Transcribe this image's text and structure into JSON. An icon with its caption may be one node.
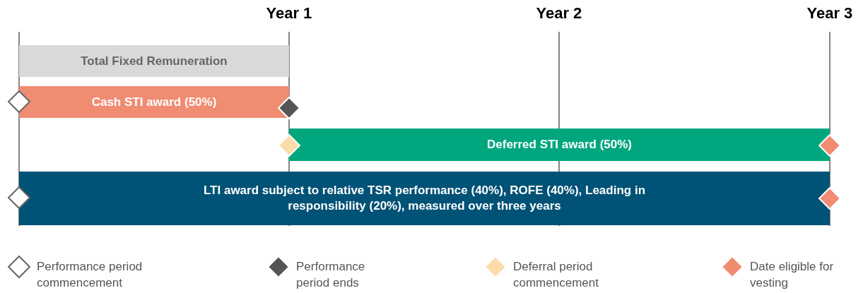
{
  "diagram": {
    "nodes": [
      {
        "text": [
          "Total Fixed Remuneration"
        ]
      },
      {
        "text": [
          "Cash STI award (50%)"
        ]
      },
      {
        "text": [
          "Deferred STI award (50%)"
        ]
      },
      {
        "text": [
          "LTI award subject to relative TSR performance (40%), ROFE (40%), Leading in responsibility (20%), measured over three years"
        ]
      }
    ],
    "edges": [],
    "labels": [
      "Year 1",
      "Year 2",
      "Year 3"
    ],
    "legend": [
      {
        "text": "Performance period commencement"
      },
      {
        "text": "Performance period ends"
      },
      {
        "text": "Deferral period commencement"
      },
      {
        "text": "Date eligible for vesting"
      }
    ]
  }
}
